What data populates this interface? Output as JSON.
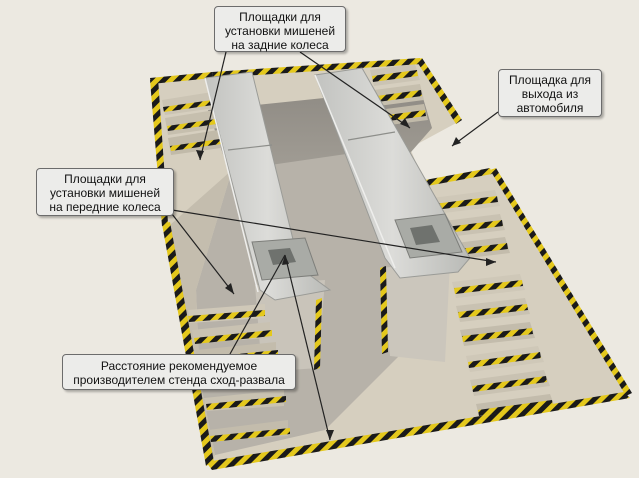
{
  "colors": {
    "background": "#ece9e1",
    "floor": "#d6cfbf",
    "pit_floor": "#b7b2a9",
    "hazard_yellow": "#e4c81c",
    "hazard_black": "#1a1a1a",
    "ramp_top": "#cfd0cd",
    "leader_line": "#222222"
  },
  "callouts": {
    "rear": {
      "lines": [
        "Площадки для",
        "установки мишеней",
        "на задние колеса"
      ]
    },
    "exit": {
      "lines": [
        "Площадка для",
        "выхода из",
        "автомобиля"
      ]
    },
    "front": {
      "lines": [
        "Площадки для",
        "установки мишеней",
        "на передние колеса"
      ]
    },
    "distance": {
      "lines": [
        "Расстояние рекомендуемое",
        "производителем стенда сход-развала"
      ]
    }
  }
}
